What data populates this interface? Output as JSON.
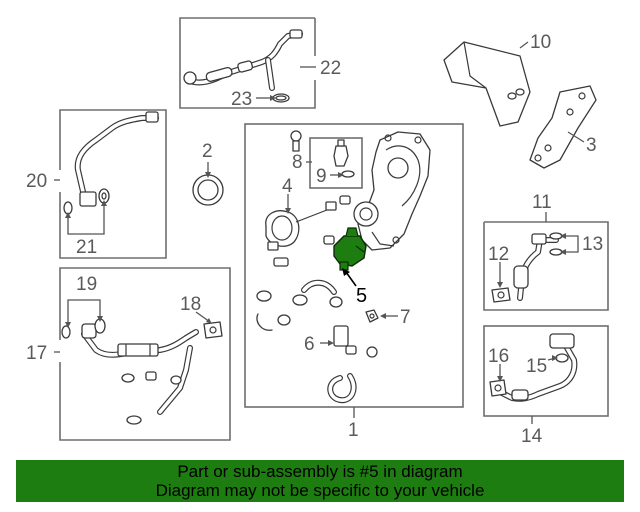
{
  "callouts": {
    "c1": "1",
    "c3": "3",
    "c4": "4",
    "c5": "5",
    "c6": "6",
    "c7": "7",
    "c8": "8",
    "c9": "9",
    "c10": "10",
    "c11": "11",
    "c12": "12",
    "c13": "13",
    "c14": "14",
    "c15": "15",
    "c16": "16",
    "c17": "17",
    "c18": "18",
    "c19": "19",
    "c2": "2",
    "c20": "20",
    "c21": "21",
    "c22": "22",
    "c23": "23"
  },
  "highlight": {
    "part_number": "5",
    "color": "#1e7d10"
  },
  "banner": {
    "line1": "Part or sub-assembly is #5 in diagram",
    "line2": "Diagram may not be specific to your vehicle",
    "color": "#1e7d10"
  }
}
